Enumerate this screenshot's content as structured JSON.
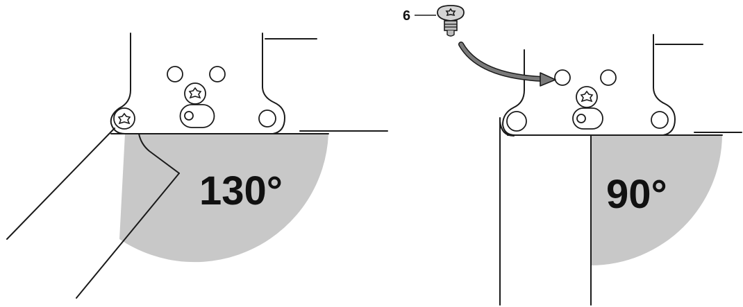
{
  "left_panel": {
    "angle_label": "130°",
    "angle_fill": "#c8c8c8"
  },
  "right_panel": {
    "angle_label": "90°",
    "angle_fill": "#c8c8c8",
    "callout_number": "6",
    "arrow_color": "#7a7a7a"
  },
  "icons": [
    "torx-screw-icon",
    "hinge-hole-icon",
    "curved-arrow-icon",
    "screw-part-icon"
  ]
}
